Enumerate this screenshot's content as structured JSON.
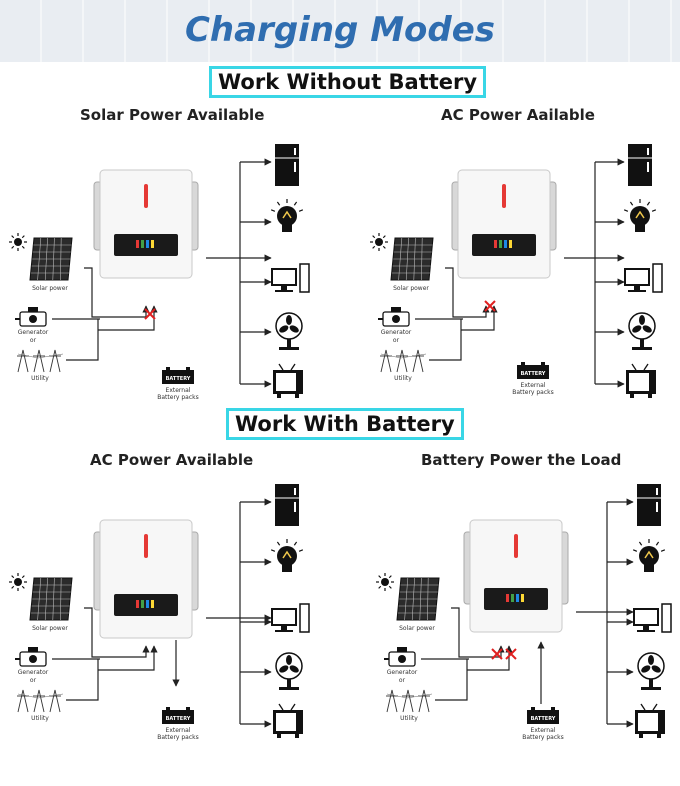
{
  "header": {
    "title": "Charging Modes"
  },
  "sections": [
    {
      "title": "Work Without Battery"
    },
    {
      "title": "Work With Battery"
    }
  ],
  "quadrants": [
    {
      "title": "Solar Power Available"
    },
    {
      "title": "AC Power Aailable"
    },
    {
      "title": "AC Power Available"
    },
    {
      "title": "Battery Power the Load"
    }
  ],
  "labels": {
    "solar": "Solar power",
    "generator": "Generator",
    "or": "or",
    "utility": "Utility",
    "battery": "BATTERY",
    "battery_caption_1": "External",
    "battery_caption_2": "Battery packs"
  },
  "colors": {
    "title_blue": "#2f6db0",
    "box_border": "#39d6e6",
    "cross_red": "#e02020",
    "indicator_red": "#e53935"
  }
}
